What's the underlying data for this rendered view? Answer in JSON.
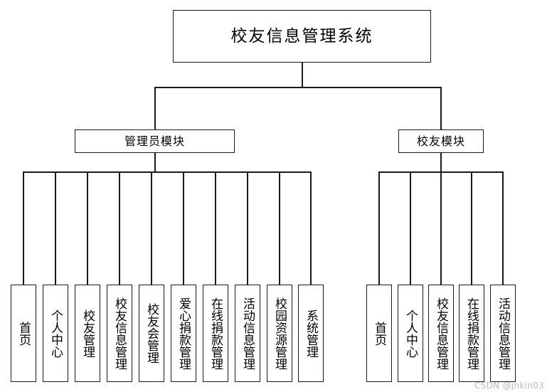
{
  "diagram": {
    "type": "tree",
    "title_node": {
      "label": "校友信息管理系统"
    },
    "modules": [
      {
        "id": "admin",
        "label": "管理员模块"
      },
      {
        "id": "alumni",
        "label": "校友模块"
      }
    ],
    "admin_leaves": [
      {
        "label": "首页"
      },
      {
        "label": "个人中心"
      },
      {
        "label": "校友管理"
      },
      {
        "label": "校友信息管理"
      },
      {
        "label": "校友会管理"
      },
      {
        "label": "爱心捐款管理"
      },
      {
        "label": "在线捐款管理"
      },
      {
        "label": "活动信息管理"
      },
      {
        "label": "校园资源管理"
      },
      {
        "label": "系统管理"
      }
    ],
    "alumni_leaves": [
      {
        "label": "首页"
      },
      {
        "label": "个人中心"
      },
      {
        "label": "校友信息管理"
      },
      {
        "label": "在线捐款管理"
      },
      {
        "label": "活动信息管理"
      }
    ],
    "colors": {
      "stroke": "#1a1a1a",
      "background": "#ffffff",
      "text": "#000000",
      "watermark": "#b9b9b9"
    }
  },
  "watermark": {
    "text": "CSDN @jnkin03"
  }
}
